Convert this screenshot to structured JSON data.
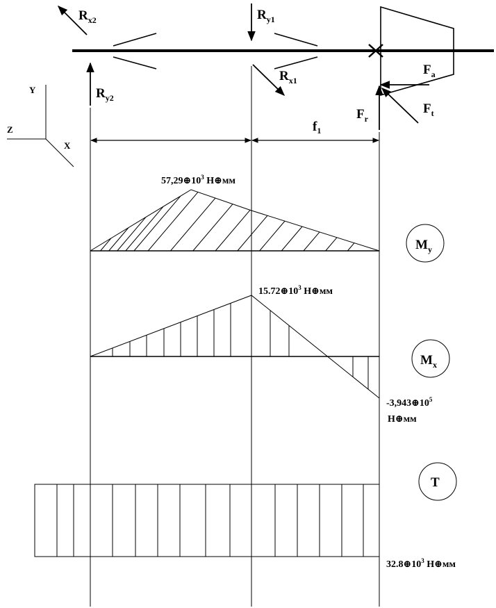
{
  "forces": {
    "rx2": {
      "main": "R",
      "sub": "x2"
    },
    "ry1": {
      "main": "R",
      "sub": "y1"
    },
    "ry2": {
      "main": "R",
      "sub": "y2"
    },
    "rx1": {
      "main": "R",
      "sub": "x1"
    },
    "fa": {
      "main": "F",
      "sub": "a"
    },
    "ft": {
      "main": "F",
      "sub": "t"
    },
    "fr": {
      "main": "F",
      "sub": "r"
    }
  },
  "dimension": {
    "main": "f",
    "sub": "1"
  },
  "axes": {
    "y": "Y",
    "z": "Z",
    "x": "X"
  },
  "diagrams": {
    "my": {
      "badge_main": "M",
      "badge_sub": "y",
      "peak_label_main": "57,29⊕10",
      "peak_label_sup": "3",
      "peak_label_unit": " Н⊕мм",
      "peak_value": 57.29
    },
    "mx": {
      "badge_main": "M",
      "badge_sub": "x",
      "peak_label_main": "15.72⊕10",
      "peak_label_sup": "3",
      "peak_label_unit": " Н⊕мм",
      "peak_value": 15.72,
      "end_label_line1_main": "-3,943⊕10",
      "end_label_line1_sup": "5",
      "end_label_line2": "Н⊕мм",
      "end_value": -3.943
    },
    "t": {
      "badge": "T",
      "value_label_main": "32.8⊕10",
      "value_label_sup": "3",
      "value_label_unit": " Н⊕мм",
      "value": 32.8
    }
  }
}
